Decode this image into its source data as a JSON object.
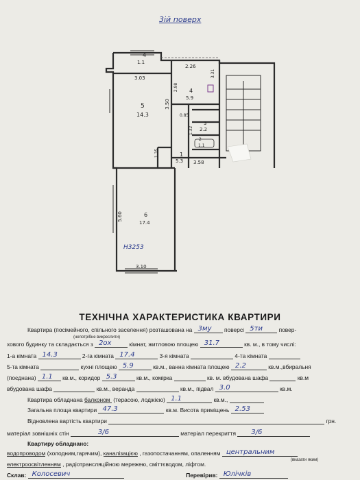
{
  "plan": {
    "floor_label": "3ій поверх",
    "rooms": [
      {
        "num": "4",
        "area": "1.1"
      },
      {
        "num": "5",
        "area": "14.3"
      },
      {
        "num": "4",
        "area": "5.9"
      },
      {
        "num": "3",
        "area": "2.2"
      },
      {
        "num": "2",
        "area": "1.1"
      },
      {
        "num": "1",
        "area": "5.3"
      },
      {
        "num": "6",
        "area": "17.4"
      }
    ],
    "dims": [
      "3.03",
      "2.26",
      "3.31",
      "2.98",
      "3.50",
      "0.85",
      "1.35",
      "1.32",
      "3.58",
      "5.60",
      "3.10"
    ],
    "note": "Н3253"
  },
  "form": {
    "title": "ТЕХНІЧНА ХАРАКТЕРИСТИКА КВАРТИРИ",
    "l1": {
      "a": "Квартира (посімейного, спільного заселення) розташована на",
      "floor": "3му",
      "b": "поверсі",
      "floors_total": "5ти",
      "c": "повер-"
    },
    "l1_note": "(непотрібне викреслити)",
    "l2": {
      "a": "хового будинку та складається з",
      "rooms": "2ох",
      "b": "кімнат, житловою площею",
      "living_area": "31.7",
      "c": "кв. м., в тому числі:"
    },
    "l3": {
      "r1_label": "1-а кімната",
      "r1": "14.3",
      "r2_label": "2-га кімната",
      "r2": "17.4",
      "r3_label": "3-я кімната",
      "r4_label": "4-та кімната"
    },
    "l4": {
      "r5_label": "5-та кімната",
      "kitchen_label": "кухні площею",
      "kitchen": "5.9",
      "bath_label": "кв.м., ванна кімната площею",
      "bath": "2.2",
      "wc_label": "кв.м.,вбиральня"
    },
    "l5": {
      "a": "(поєднана)",
      "wc": "1.1",
      "b": "кв.м., коридор",
      "corridor": "5.3",
      "c": "кв.м., комірка",
      "d": "кв. м. вбудована шафа",
      "e": "кв.м"
    },
    "l6": {
      "a": "вбудована шафа",
      "b": "кв.м., веранда",
      "c": "кв.м., підвал",
      "basement": "3.0",
      "d": "кв.м."
    },
    "l7": {
      "a": "Квартира обладнана",
      "balcony_word": "балконом",
      "b": "(терасою, лоджією)",
      "balcony": "1.1",
      "c": "кв.м.,"
    },
    "l8": {
      "a": "Загальна площа квартири",
      "total": "47.3",
      "b": "кв.м. Висота приміщень",
      "height": "2.53"
    },
    "l9": {
      "a": "Відновлена вартість квартири",
      "b": "грн."
    },
    "l10": {
      "a": "матеріал зовнішніх стін",
      "walls": "3/6",
      "b": "матеріал перекриття",
      "slab": "3/6"
    },
    "l11": {
      "a": "Квартиру обладнано:"
    },
    "l12": {
      "water": "водопроводом",
      "b": "(холодним,гарячим),",
      "sewer": "каналізацією",
      "c": ", газопостачанням, опаленням",
      "heating": "центральним"
    },
    "l12_note": "(вказати яким)",
    "l13": {
      "electric": "електроосвітленням",
      "b": ", радіотрансляційною мережею, сміттєводом, ліфтом."
    },
    "l14": {
      "a": "Склав:",
      "author": "Колосевич",
      "b": "Перевірив:",
      "checker": "Юлічків"
    }
  }
}
